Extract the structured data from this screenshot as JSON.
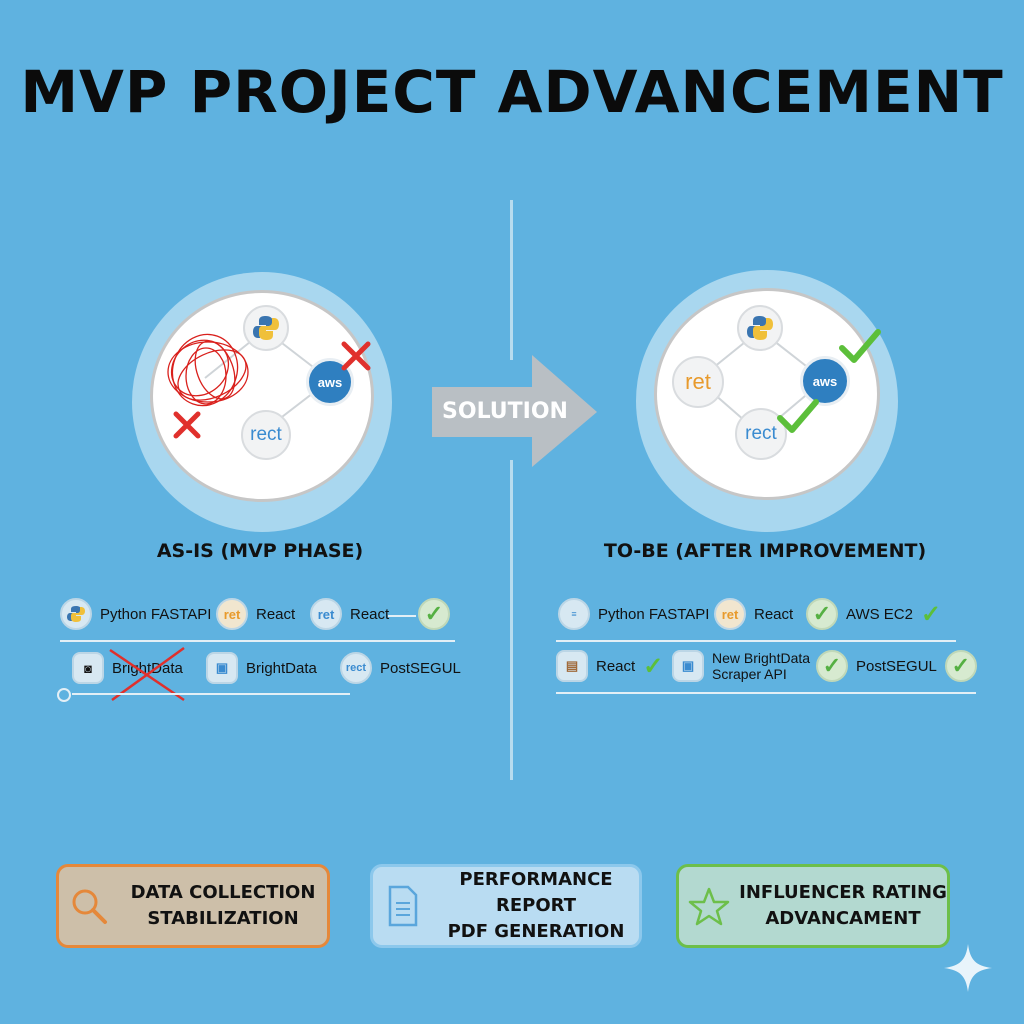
{
  "title": "MVP PROJECT ADVANCEMENT",
  "arrow_label": "SOLUTION",
  "as_is": {
    "heading": "AS-IS (MVP PHASE)",
    "nodes": {
      "top": "python",
      "aws": "aws",
      "bottom": "rect"
    },
    "row1": [
      {
        "icon": "python-icon",
        "label": "Python FASTAPI"
      },
      {
        "icon_text": "ret",
        "label": "React"
      },
      {
        "icon_text": "ret",
        "label": "React"
      }
    ],
    "row2": [
      {
        "label": "BrightData",
        "struck": true
      },
      {
        "label": "BrightData"
      },
      {
        "icon_text": "rect",
        "label": "PostSEGUL"
      }
    ]
  },
  "to_be": {
    "heading": "TO-BE (AFTER IMPROVEMENT)",
    "nodes": {
      "top": "python",
      "left": "ret",
      "aws": "aws",
      "bottom": "rect"
    },
    "row1": [
      {
        "label": "Python FASTAPI"
      },
      {
        "icon_text": "ret",
        "label": "React"
      },
      {
        "label": "AWS EC2"
      }
    ],
    "row2": [
      {
        "label": "React"
      },
      {
        "label": "New BrightData",
        "label2": "Scraper API"
      },
      {
        "label": "PostSEGUL"
      }
    ]
  },
  "cards": [
    {
      "line1": "DATA COLLECTION",
      "line2": "STABILIZATION",
      "icon": "search-icon",
      "color": "#e5883a"
    },
    {
      "line1": "PERFORMANCE REPORT",
      "line2": "PDF GENERATION",
      "icon": "document-icon",
      "color": "#5aa6dc"
    },
    {
      "line1": "INFLUENCER RATING",
      "line2": "ADVANCAMENT",
      "icon": "star-icon",
      "color": "#6dbf4a"
    }
  ],
  "colors": {
    "background": "#5fb2e0",
    "cross": "#e0302c",
    "check": "#5cbf3a",
    "scribble": "#d9201c"
  }
}
